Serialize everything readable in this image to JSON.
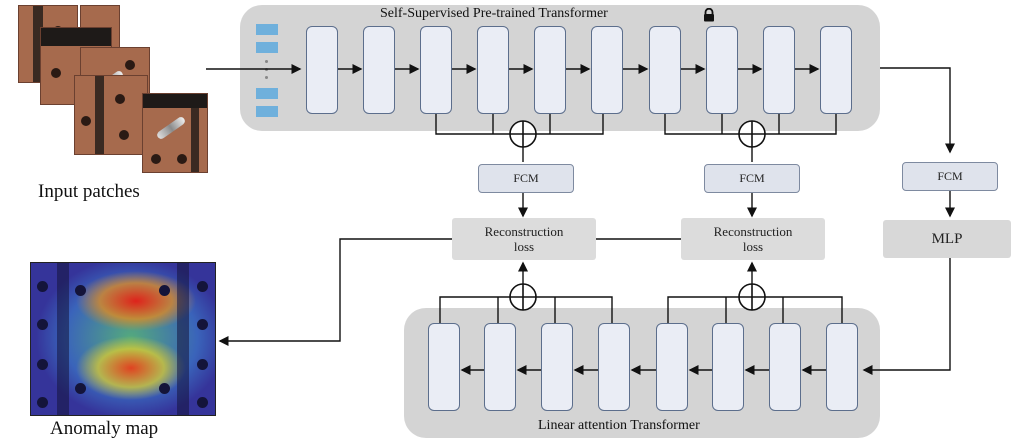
{
  "diagram": {
    "encoder_title": "Self-Supervised Pre-trained Transformer",
    "decoder_title": "Linear attention Transformer",
    "input_label": "Input patches",
    "output_label": "Anomaly map",
    "fcm_label": "FCM",
    "mlp_label": "MLP",
    "recon_left": "Reconstruction\nloss",
    "recon_right": "Reconstruction\nloss",
    "lock_icon": "lock-icon",
    "sum_icon": "circled-plus-icon",
    "colors": {
      "panel": "#d4d4d4",
      "block_fill": "#eaedf5",
      "block_border": "#5c6e8c",
      "token": "#6fb0dc",
      "wire": "#111111"
    }
  }
}
